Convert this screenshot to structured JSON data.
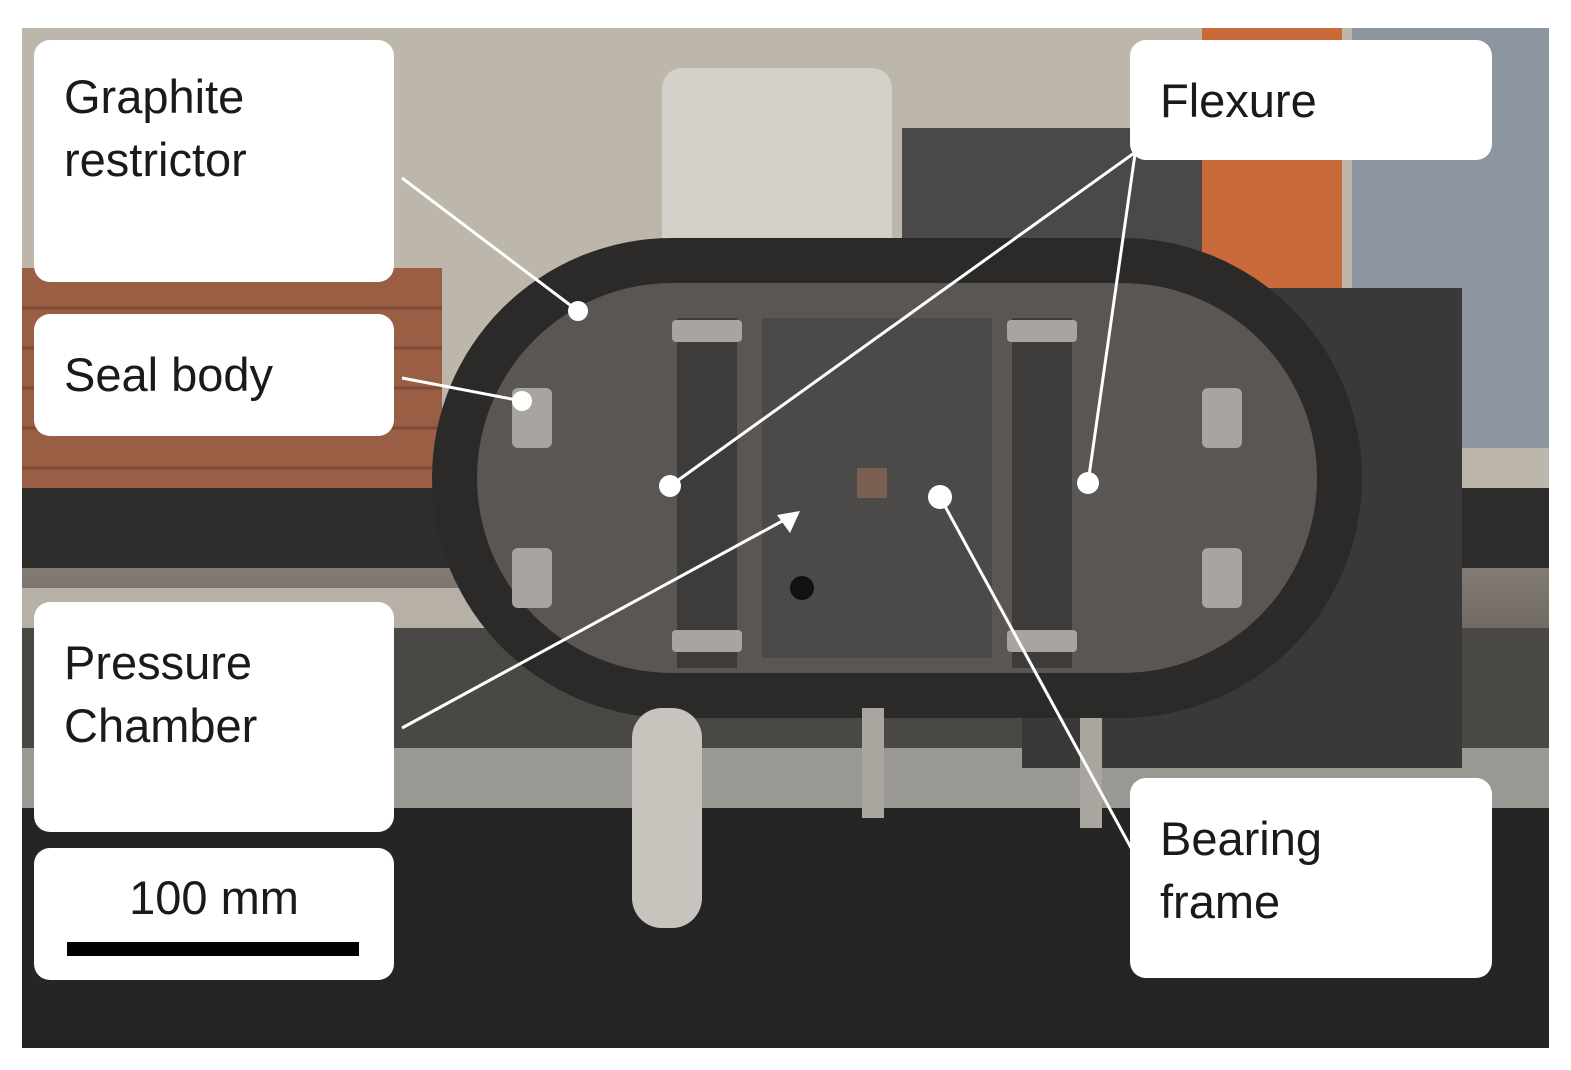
{
  "labels": {
    "graphite_restrictor": [
      "Graphite",
      "restrictor"
    ],
    "seal_body": [
      "Seal body"
    ],
    "pressure_chamber": [
      "Pressure",
      "Chamber"
    ],
    "flexure": [
      "Flexure"
    ],
    "bearing_frame": [
      "Bearing",
      "frame"
    ]
  },
  "scale_bar": {
    "text": "100 mm"
  },
  "colors": {
    "label_background": "#ffffff",
    "leader_line": "#ffffff",
    "scale_bar": "#000000"
  }
}
